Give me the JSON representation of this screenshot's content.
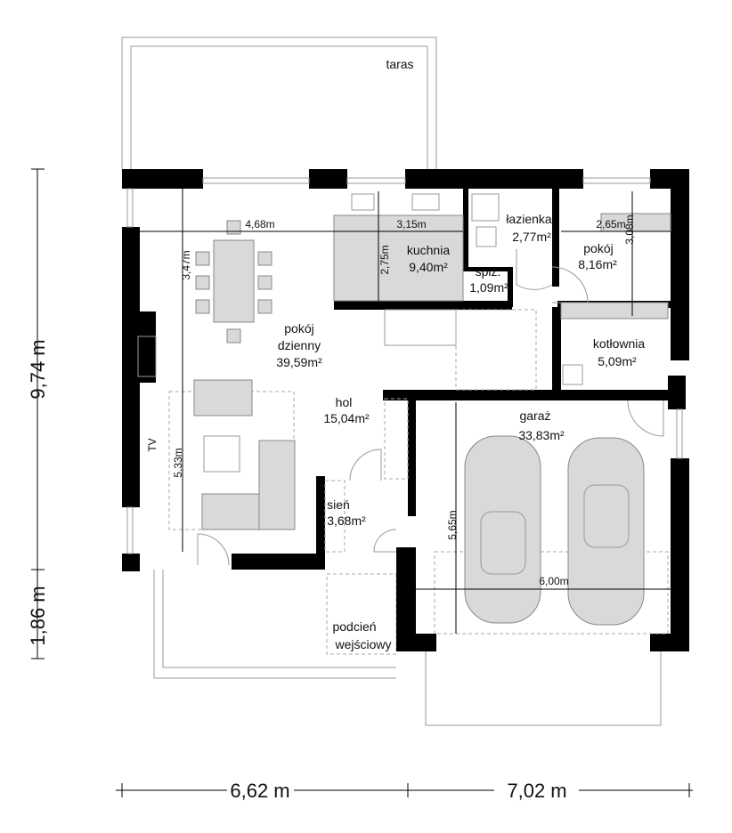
{
  "rooms": {
    "taras": "taras",
    "living": {
      "name1": "pokój",
      "name2": "dzienny",
      "area": "39,59m²"
    },
    "kitchen": {
      "name": "kuchnia",
      "area": "9,40m²"
    },
    "bathroom": {
      "name": "łazienka",
      "area": "2,77m²"
    },
    "pantry": {
      "name": "spiż.",
      "area": "1,09m²"
    },
    "room": {
      "name": "pokój",
      "area": "8,16m²"
    },
    "boiler": {
      "name": "kotłownia",
      "area": "5,09m²"
    },
    "hall": {
      "name": "hol",
      "area": "15,04m²"
    },
    "garage": {
      "name": "garaż",
      "area": "33,83m²"
    },
    "vestibule": {
      "name": "sień",
      "area": "3,68m²"
    },
    "porch": {
      "name1": "podcień",
      "name2": "wejściowy"
    },
    "tv": "TV"
  },
  "dimensions": {
    "living_width": "4,68m",
    "kitchen_width": "3,15m",
    "room_width": "2,65m",
    "dining_depth": "3,47m",
    "kitchen_depth": "2,75m",
    "room_depth": "3,08m",
    "living_depth": "5,33m",
    "garage_depth": "5,65m",
    "garage_width": "6,00m",
    "total_depth": "9,74 m",
    "porch_depth": "1,86 m",
    "width_left": "6,62 m",
    "width_right": "7,02 m"
  }
}
